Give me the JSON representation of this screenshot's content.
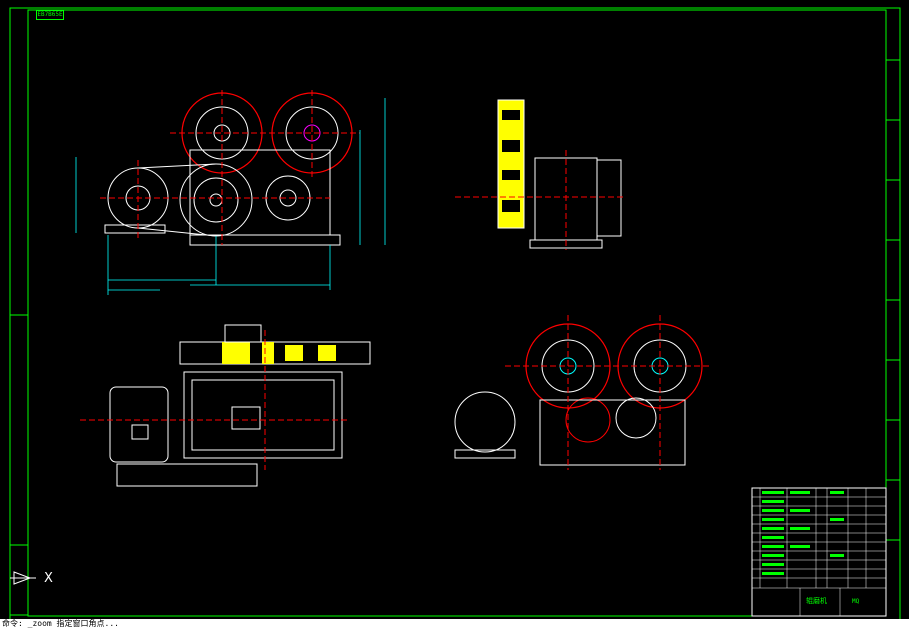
{
  "app": {
    "top_tag": "EB7B65E"
  },
  "drawing": {
    "title_block_name": "辊磨机",
    "title_block_code": "MQ"
  },
  "colors": {
    "background": "#000000",
    "frame": "#00ff00",
    "geometry": "#ffffff",
    "centerline": "#ff0000",
    "dimension": "#00ffff",
    "hatch": "#ffff00",
    "highlight": "#ff00ff"
  },
  "ucs": {
    "icon": "ucs-axis-icon",
    "axis_label": "X"
  },
  "command_line": {
    "text": "命令: _zoom 指定窗口角点..."
  }
}
